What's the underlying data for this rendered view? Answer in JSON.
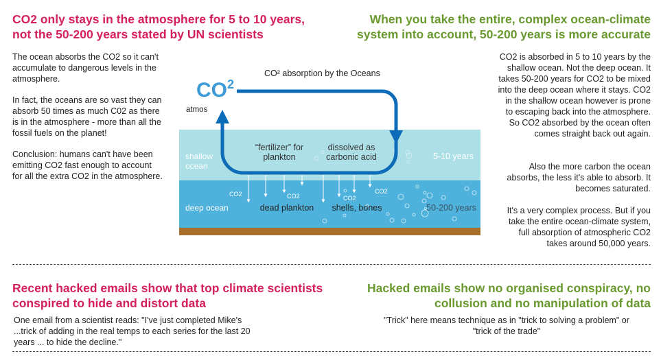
{
  "top_left": {
    "heading": [
      "CO2 only stays in the atmosphere for 5 to 10 years,",
      "not the 50-200 years stated by UN scientists"
    ],
    "paragraphs": [
      "The ocean absorbs the CO2 so it can't accumulate to dangerous levels in the atmosphere.",
      "In fact, the oceans are so vast they can absorb 50 times as much C02 as there is in the atmosphere - more than all the fossil fuels on the planet!",
      "Conclusion: humans can't have been emitting CO2 fast enough to account for all the extra CO2 in the atmosphere."
    ]
  },
  "top_right": {
    "heading": [
      "When you take the entire, complex ocean-climate",
      "system into account, 50-200 years is more accurate"
    ],
    "paragraphs": [
      "CO2 is absorbed in 5 to 10 years by the shallow ocean. Not the deep ocean. It takes 50-200 years for  CO2 to be mixed into the deep ocean where it stays. CO2 in the shallow ocean however is prone to escaping back into the atmosphere. So CO2 absorbed by the ocean often comes straight back out again.",
      "Also the more carbon the ocean absorbs, the less it's able to absorb. It becomes saturated.",
      "It's a very complex process. But if you take the entire ocean-climate system, full absorption of atmospheric CO2 takes around 50,000 years."
    ]
  },
  "diagram": {
    "title": "CO² absorption by the Oceans",
    "co2_label": "CO",
    "co2_sup": "2",
    "atmos": "atmos",
    "shallow": [
      "shallow",
      "ocean"
    ],
    "deep": "deep ocean",
    "fertilizer": [
      "“fertilizer” for",
      "plankton"
    ],
    "dissolved": [
      "dissolved as",
      "carbonic acid"
    ],
    "shallow_years": "5-10 years",
    "deep_years": "50-200 years",
    "dead_plankton": "dead plankton",
    "shells": "shells, bones",
    "co2_small": "CO2",
    "colors": {
      "shallow": "#acdfe6",
      "deep": "#4fb2dc",
      "floor": "#a8702a",
      "arrow": "#0d6bb7",
      "co2": "#3d9ad6"
    }
  },
  "bottom_left": {
    "heading": [
      "Recent hacked emails show that top climate scientists",
      "conspired to hide and distort data"
    ],
    "text": [
      "One email from a scientist reads: \"I've just completed Mike's",
      "...trick of adding in the real temps to each series for the last 20",
      "years ... to hide the decline.\""
    ]
  },
  "bottom_right": {
    "heading": [
      "Hacked emails show no organised conspiracy, no",
      "collusion and no manipulation of data"
    ],
    "text": [
      "\"Trick\" here means technique as in \"trick to solving a problem\" or",
      "\"trick of the trade\""
    ]
  }
}
